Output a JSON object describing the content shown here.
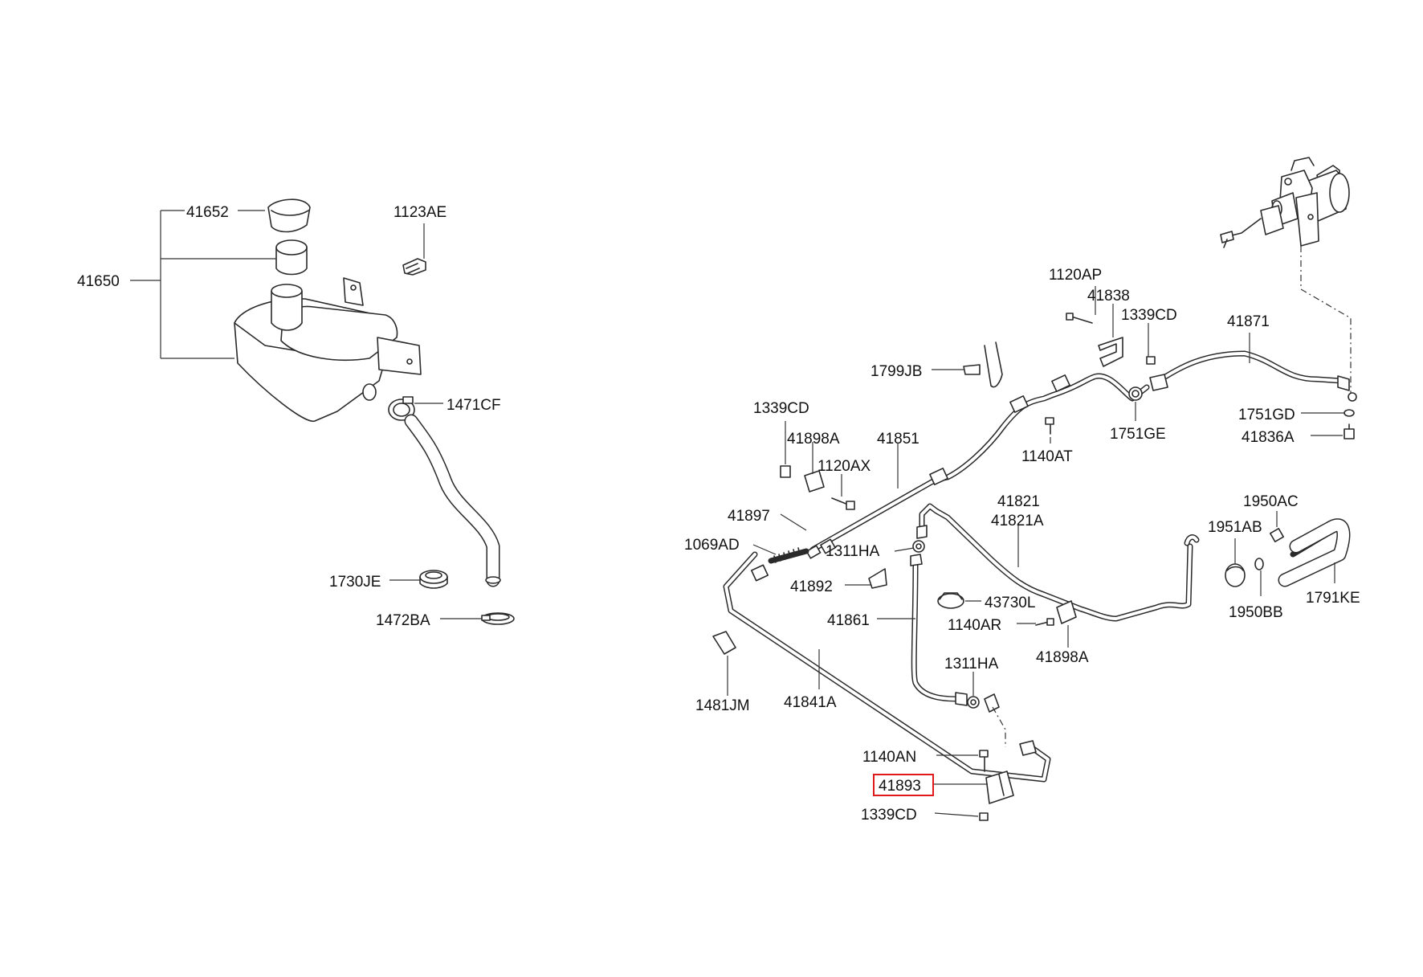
{
  "highlight_color": "#e0191b",
  "labels": {
    "p41650": "41650",
    "p41652": "41652",
    "p1123AE": "1123AE",
    "p1471CF": "1471CF",
    "p1730JE": "1730JE",
    "p1472BA": "1472BA",
    "p1120AP": "1120AP",
    "p41838": "41838",
    "p1339CD_top": "1339CD",
    "p41871": "41871",
    "p1799JB": "1799JB",
    "p1339CD_left": "1339CD",
    "p41898A_top": "41898A",
    "p41851": "41851",
    "p1120AX": "1120AX",
    "p1140AT": "1140AT",
    "p1751GE": "1751GE",
    "p1751GD": "1751GD",
    "p41836A": "41836A",
    "p41821": "41821",
    "p41821A": "41821A",
    "p1950AC": "1950AC",
    "p1951AB": "1951AB",
    "p41897": "41897",
    "p1069AD": "1069AD",
    "p1311HA_top": "1311HA",
    "p41892": "41892",
    "p43730L": "43730L",
    "p1950BB": "1950BB",
    "p1791KE": "1791KE",
    "p41861": "41861",
    "p1140AR": "1140AR",
    "p41898A_bottom": "41898A",
    "p1311HA_bottom": "1311HA",
    "p1481JM": "1481JM",
    "p41841A": "41841A",
    "p1140AN": "1140AN",
    "p41893": "41893",
    "p1339CD_bottom": "1339CD"
  }
}
